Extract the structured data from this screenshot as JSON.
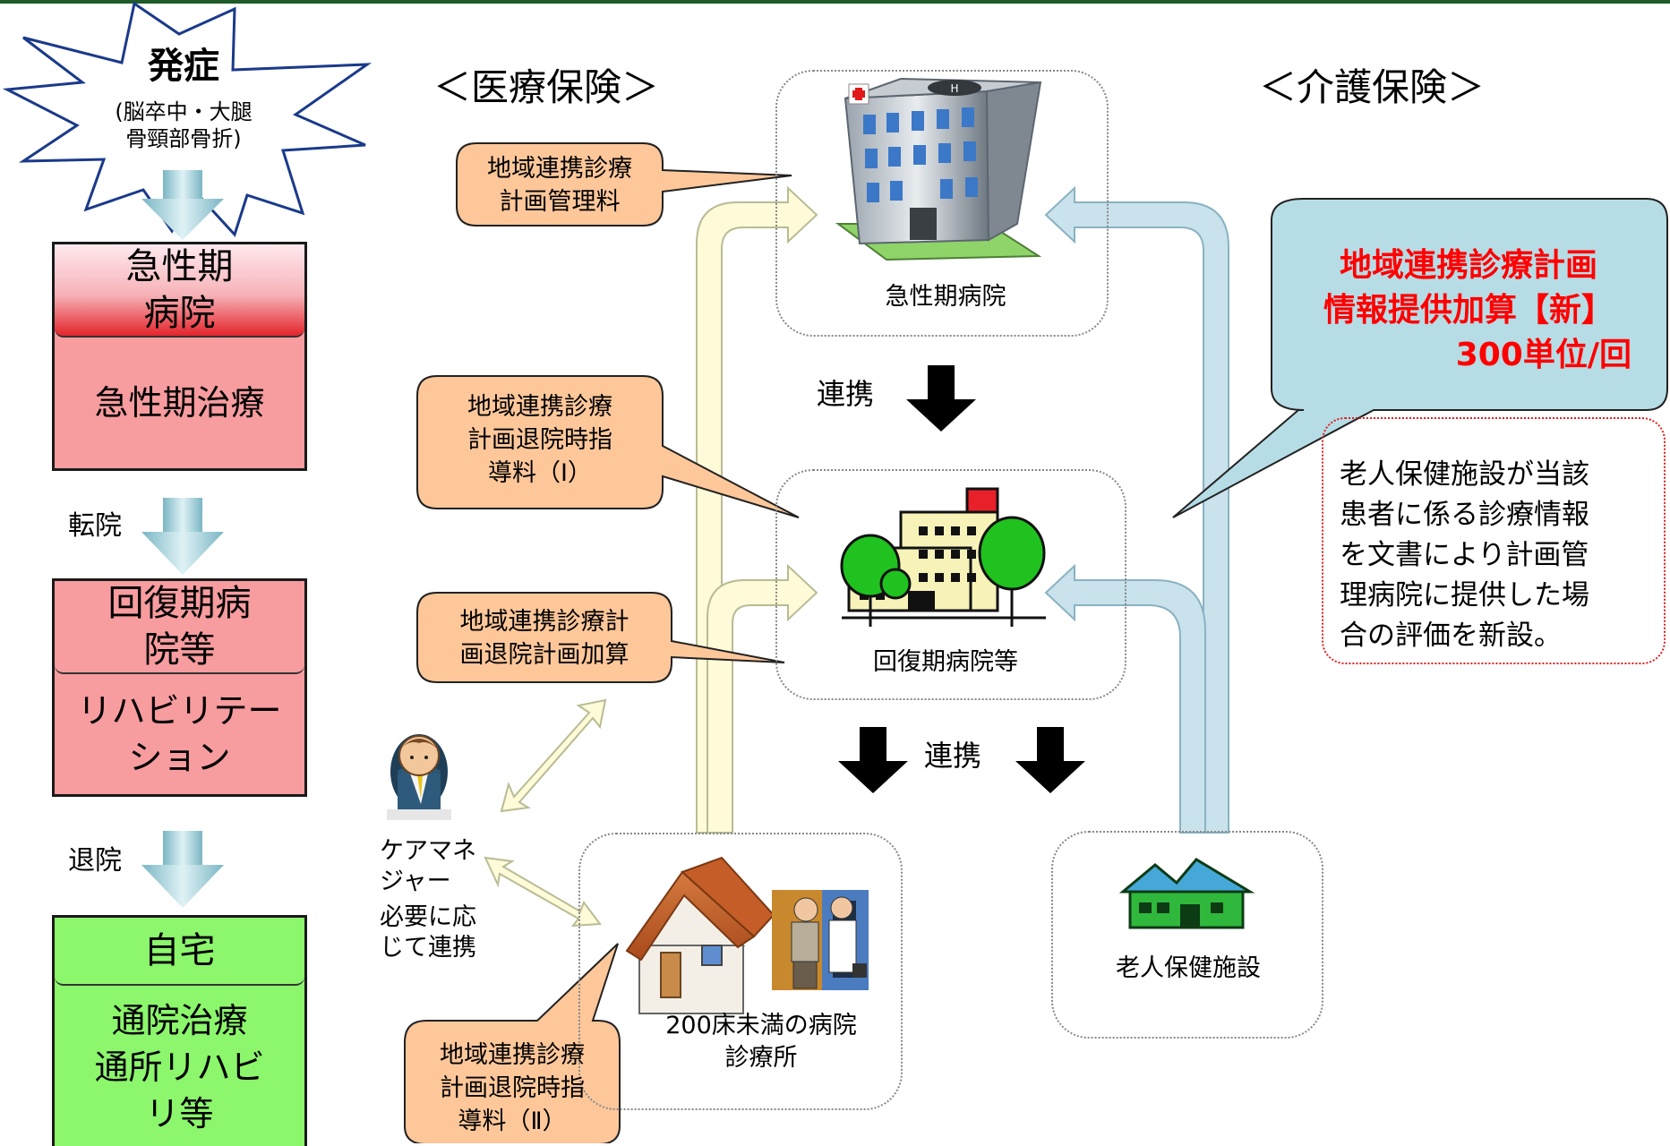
{
  "burst": {
    "title": "発症",
    "detail_line1": "(脳卒中・大腿",
    "detail_line2": "骨頸部骨折)"
  },
  "headers": {
    "medical": "＜医療保険＞",
    "care": "＜介護保険＞"
  },
  "stages": {
    "acute": {
      "head_line1": "急性期",
      "head_line2": "病院",
      "body": "急性期治療"
    },
    "transfer_label": "転院",
    "recovery": {
      "head_line1": "回復期病",
      "head_line2": "院等",
      "body_line1": "リハビリテー",
      "body_line2": "ション"
    },
    "discharge_label": "退院",
    "home": {
      "head": "自宅",
      "body_line1": "通院治療",
      "body_line2": "通所リハビ",
      "body_line3": "リ等"
    }
  },
  "callouts": {
    "mgmt_fee": {
      "line1": "地域連携診療",
      "line2": "計画管理料"
    },
    "discharge_guidance_1": {
      "line1": "地域連携診療",
      "line2": "計画退院時指",
      "line3": "導料（Ⅰ）"
    },
    "discharge_plan_add": {
      "line1": "地域連携診療計",
      "line2": "画退院計画加算"
    },
    "discharge_guidance_2": {
      "line1": "地域連携診療",
      "line2": "計画退院時指",
      "line3": "導料（Ⅱ）"
    },
    "new_addition": {
      "line1": "地域連携診療計画",
      "line2": "情報提供加算【新】",
      "line3": "300単位/回"
    }
  },
  "facilities": {
    "acute_hospital": "急性期病院",
    "recovery_hospital": "回復期病院等",
    "clinic_line1": "200床未満の病院",
    "clinic_line2": "診療所",
    "elderly_facility": "老人保健施設"
  },
  "link_label_1": "連携",
  "link_label_2": "連携",
  "care_manager": {
    "line1": "ケアマネ",
    "line2": "ジャー",
    "line3": "必要に応",
    "line4": "じて連携"
  },
  "note": {
    "line1": "老人保健施設が当該",
    "line2": "患者に係る診療情報",
    "line3": "を文書により計画管",
    "line4": "理病院に提供した場",
    "line5": "合の評価を新設。"
  },
  "colors": {
    "pink": "#f79c9f",
    "green": "#8cf66c",
    "callout_orange": "#fdc79a",
    "callout_teal": "#b6dde6",
    "red_text": "#ff0000"
  }
}
